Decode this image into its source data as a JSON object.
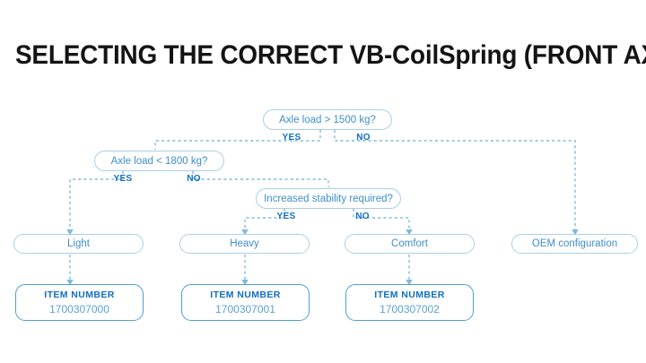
{
  "title": "SELECTING THE CORRECT VB-CoilSpring (FRONT AXLE)",
  "colors": {
    "title_text": "#141414",
    "node_border": "#a9cfe8",
    "node_text": "#3f8ecb",
    "label_text": "#0f6fc0",
    "item_border": "#4e9fd6",
    "item_number_text": "#5aa2d4",
    "connector": "#7fb8e0",
    "background": "#ffffff"
  },
  "flow": {
    "decisions": [
      {
        "id": "axle-load-1500",
        "question": "Axle load > 1500 kg?",
        "yes_label": "YES",
        "no_label": "NO"
      },
      {
        "id": "axle-load-1800",
        "question": "Axle load < 1800 kg?",
        "yes_label": "YES",
        "no_label": "NO"
      },
      {
        "id": "increased-stability",
        "question": "Increased stability required?",
        "yes_label": "YES",
        "no_label": "NO"
      }
    ],
    "results": [
      {
        "id": "light",
        "label": "Light"
      },
      {
        "id": "heavy",
        "label": "Heavy"
      },
      {
        "id": "comfort",
        "label": "Comfort"
      },
      {
        "id": "oem",
        "label": "OEM configuration"
      }
    ],
    "items": [
      {
        "id": "item-light",
        "heading": "ITEM NUMBER",
        "number": "1700307000"
      },
      {
        "id": "item-heavy",
        "heading": "ITEM NUMBER",
        "number": "1700307001"
      },
      {
        "id": "item-comfort",
        "heading": "ITEM NUMBER",
        "number": "1700307002"
      }
    ]
  }
}
